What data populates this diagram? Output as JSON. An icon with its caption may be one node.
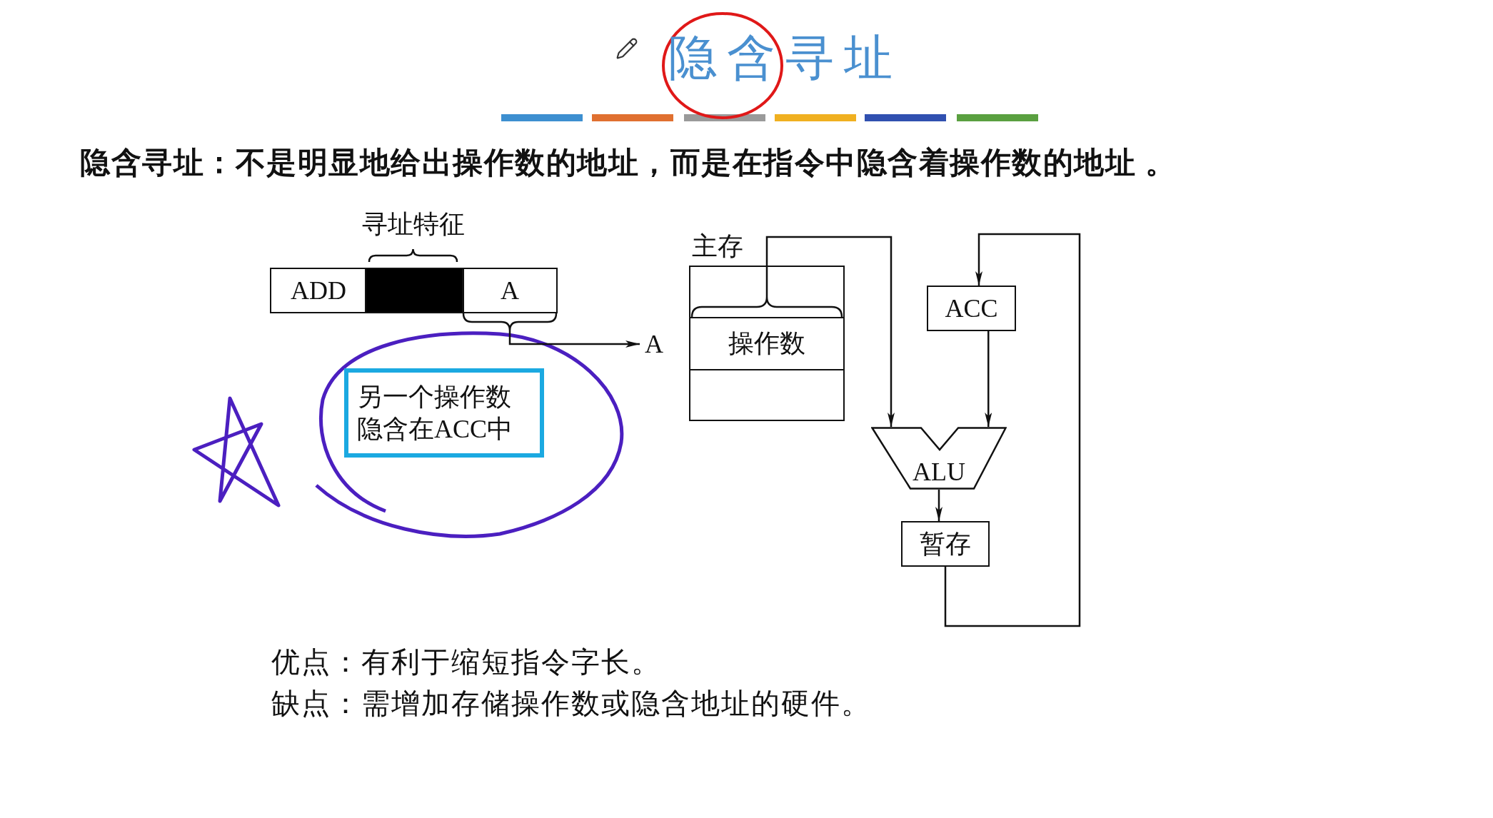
{
  "diagram": {
    "title": "隐含寻址",
    "nodes": [
      {
        "text": [],
        "shape": "circle"
      },
      {
        "text": [
          "ADD"
        ]
      },
      {
        "text": [],
        "shape": "bar",
        "beside": [
          "寻址特征"
        ]
      },
      {
        "text": [
          "A"
        ]
      },
      {
        "text": [
          "A"
        ]
      },
      {
        "text": [
          "另一个操作数隐含在ACC中"
        ]
      },
      {
        "text": [],
        "shape": "star"
      },
      {
        "text": [
          "主存"
        ]
      },
      {
        "text": [
          "操作数"
        ],
        "in": 7
      },
      {
        "text": [
          "ACC"
        ]
      },
      {
        "text": [
          "ALU"
        ]
      },
      {
        "text": [
          "暂存"
        ]
      }
    ],
    "edges": [
      {
        "from": 3,
        "to": 4,
        "arrow": "to"
      },
      {
        "from": 8,
        "to": 10,
        "arrow": "to"
      },
      {
        "from": 9,
        "to": 10,
        "arrow": "to"
      },
      {
        "from": 10,
        "to": 11,
        "arrow": "to"
      },
      {
        "from": 11,
        "to": 9,
        "arrow": "to"
      }
    ],
    "labels": [
      "隐含寻址：不是明显地给出操作数的地址，而是在指令中隐含着操作数的地址 。",
      "优点：有利于缩短指令字长。",
      "缺点：需增加存储操作数或隐含地址的硬件。"
    ]
  }
}
